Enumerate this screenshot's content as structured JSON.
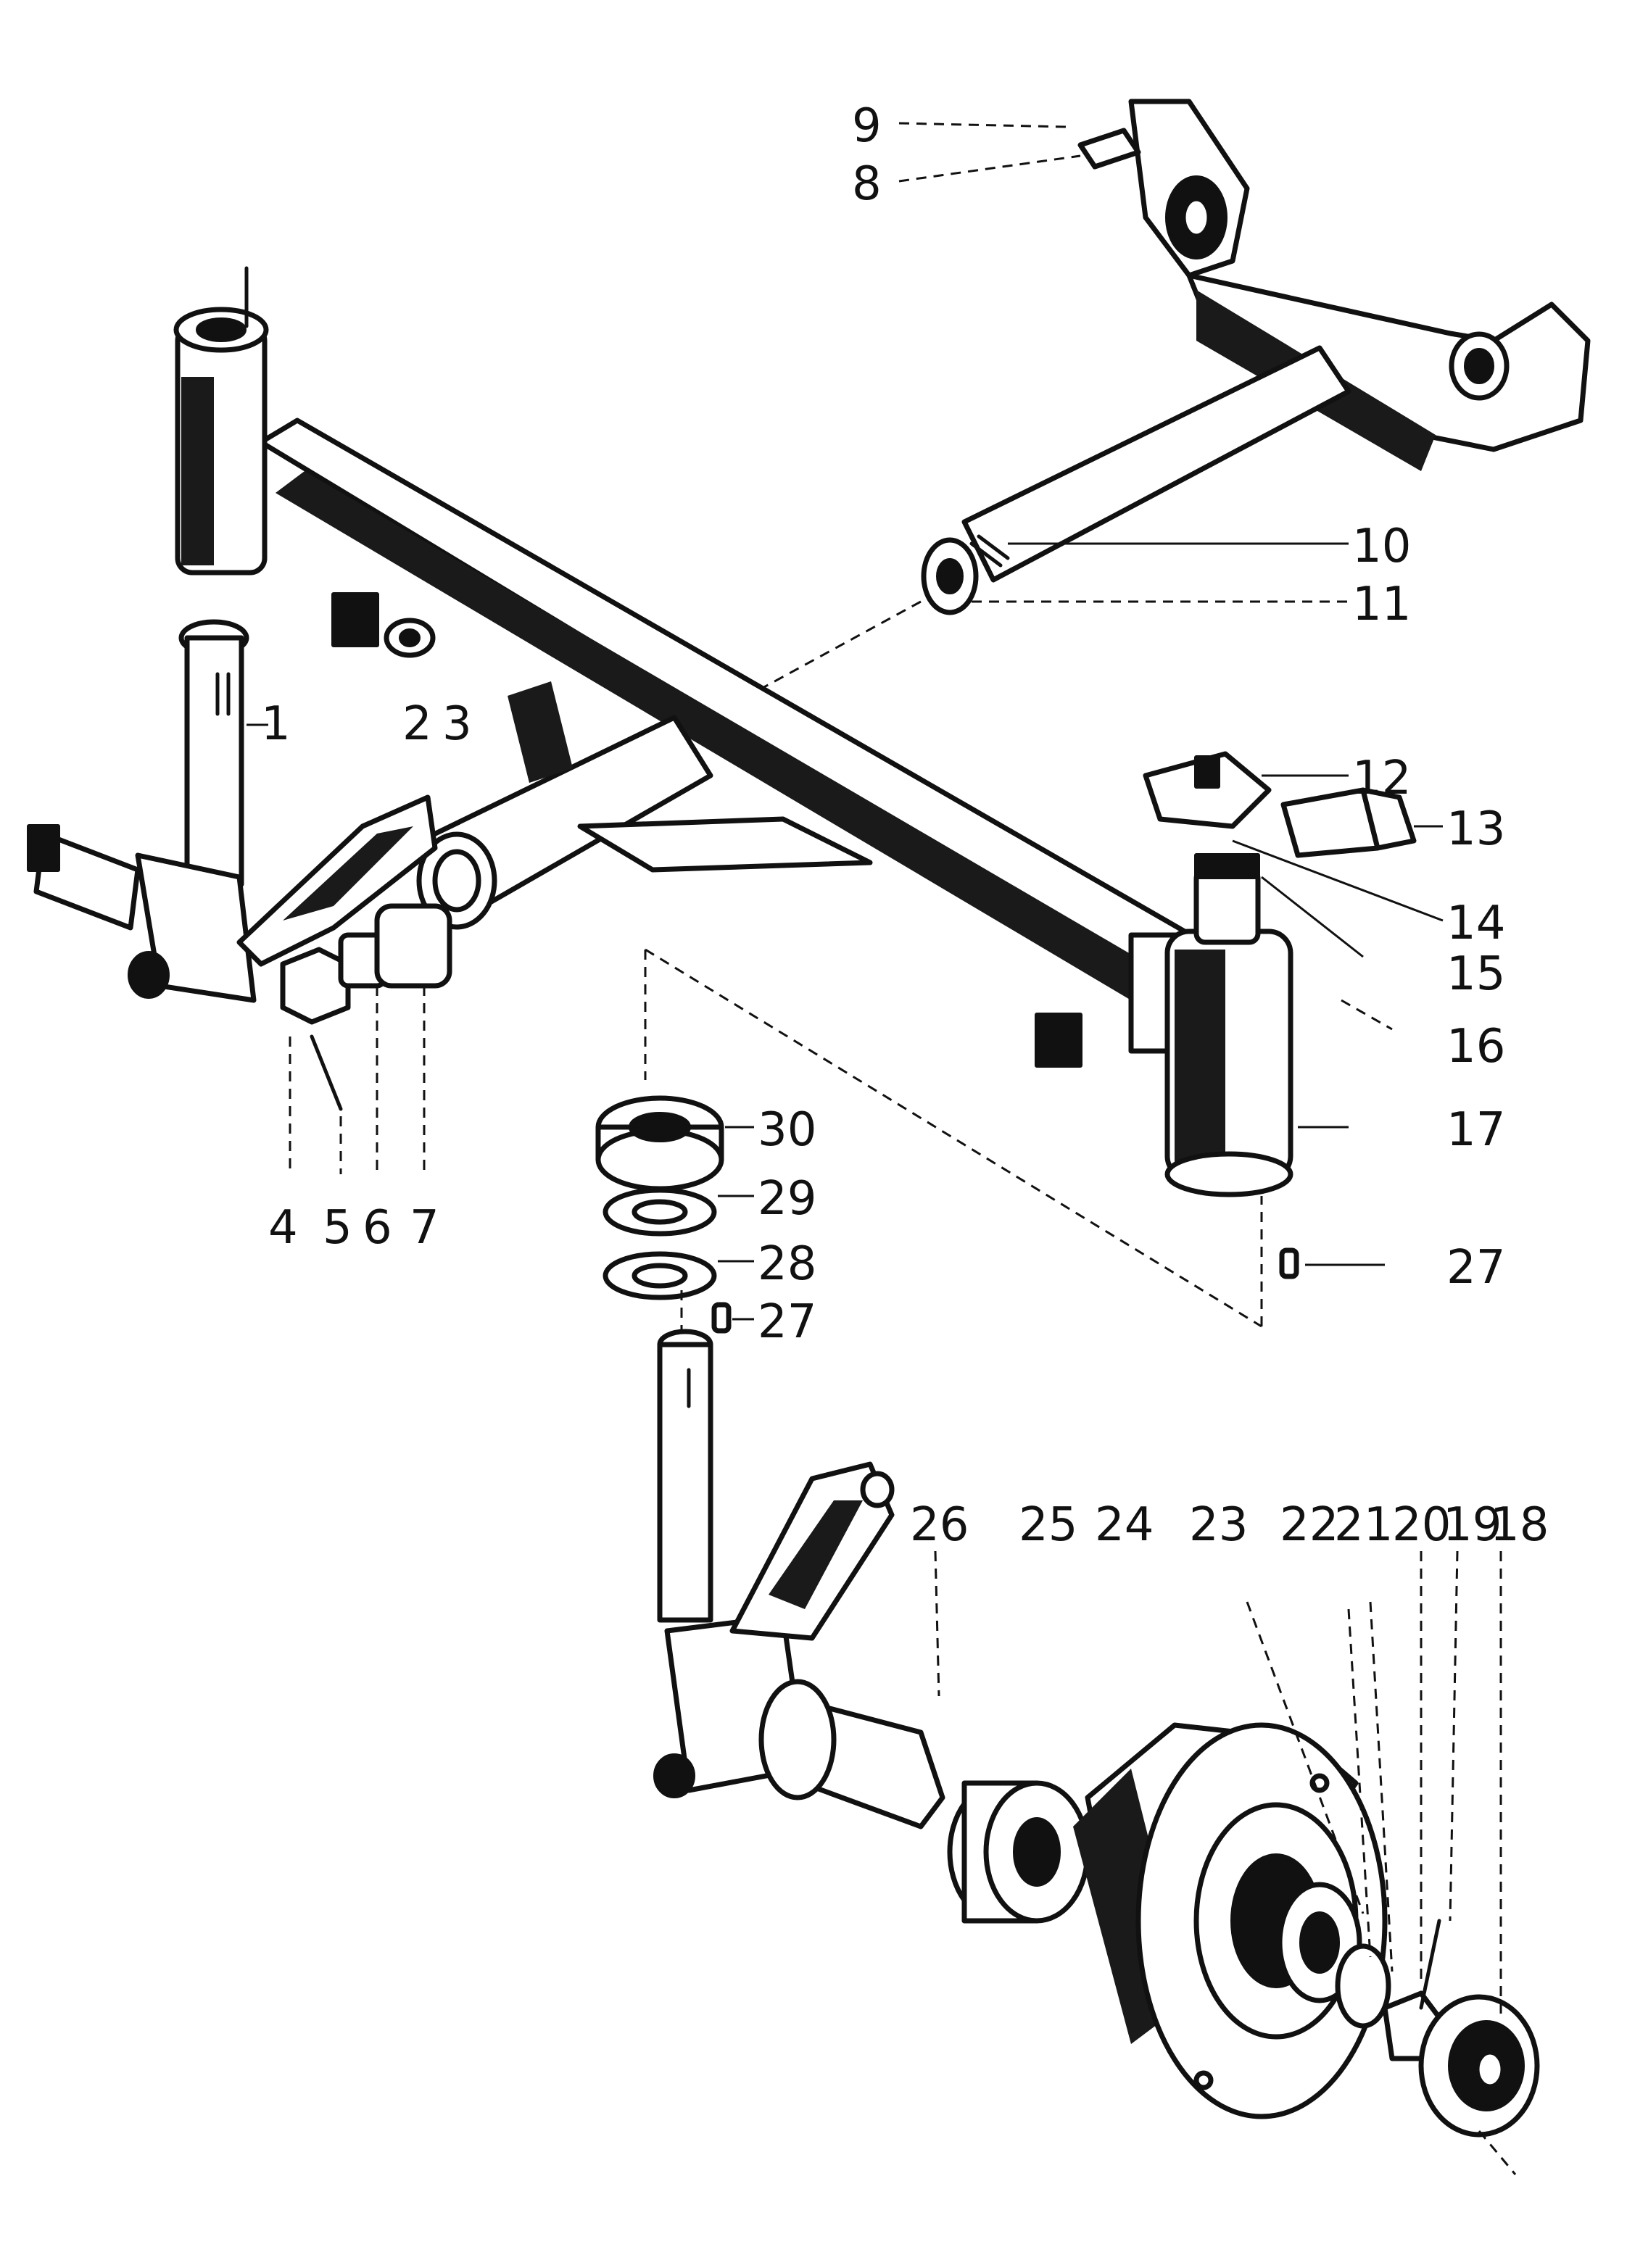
{
  "diagram": {
    "labels": {
      "l1": "1",
      "l2": "2",
      "l3": "3",
      "l4": "4",
      "l5": "5",
      "l6": "6",
      "l7": "7",
      "l8": "8",
      "l9": "9",
      "l10": "10",
      "l11": "11",
      "l12": "12",
      "l13": "13",
      "l14": "14",
      "l15": "15",
      "l16": "16",
      "l17": "17",
      "l18": "18",
      "l19": "19",
      "l20": "20",
      "l21": "21",
      "l22": "22",
      "l23": "23",
      "l24": "24",
      "l25": "25",
      "l26": "26",
      "l27a": "27",
      "l27b": "27",
      "l28": "28",
      "l29": "29",
      "l30": "30"
    }
  }
}
